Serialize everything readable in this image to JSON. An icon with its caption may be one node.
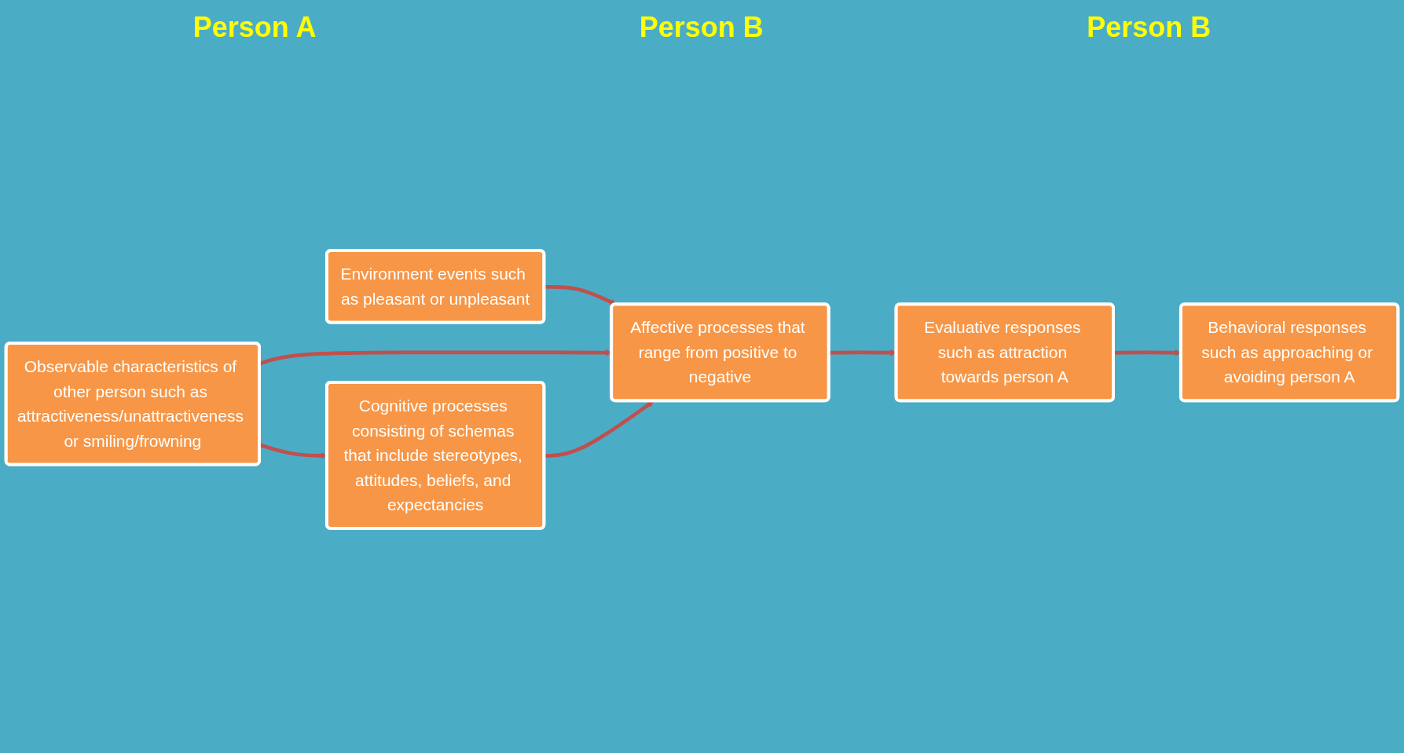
{
  "diagram": {
    "nodes": [
      {
        "text": [
          "Environment events such as pleasant or unpleasant"
        ]
      },
      {
        "text": [
          "Affective processes that range from positive to negative"
        ]
      },
      {
        "text": [
          "Evaluative responses such as attraction towards person A"
        ]
      },
      {
        "text": [
          "Observable characteristics of other person such as attractiveness/unattractiveness or smiling/frowning"
        ]
      },
      {
        "text": [
          "Cognitive processes consisting of schemas that include stereotypes, attitudes, beliefs, and expectancies"
        ]
      },
      {
        "text": [
          "Behavioral responses such as approaching or avoiding person A"
        ]
      }
    ],
    "edges": [
      {
        "from": 0,
        "to": 1,
        "arrow": "to"
      },
      {
        "from": 1,
        "to": 2,
        "arrow": "to"
      },
      {
        "from": 3,
        "to": 1,
        "arrow": "to"
      },
      {
        "from": 3,
        "to": 4,
        "arrow": "to"
      },
      {
        "from": 4,
        "to": 1,
        "arrow": "to"
      },
      {
        "from": 2,
        "to": 5,
        "arrow": "to"
      }
    ],
    "labels": [
      "Person A",
      "Person B",
      "Person B"
    ]
  }
}
